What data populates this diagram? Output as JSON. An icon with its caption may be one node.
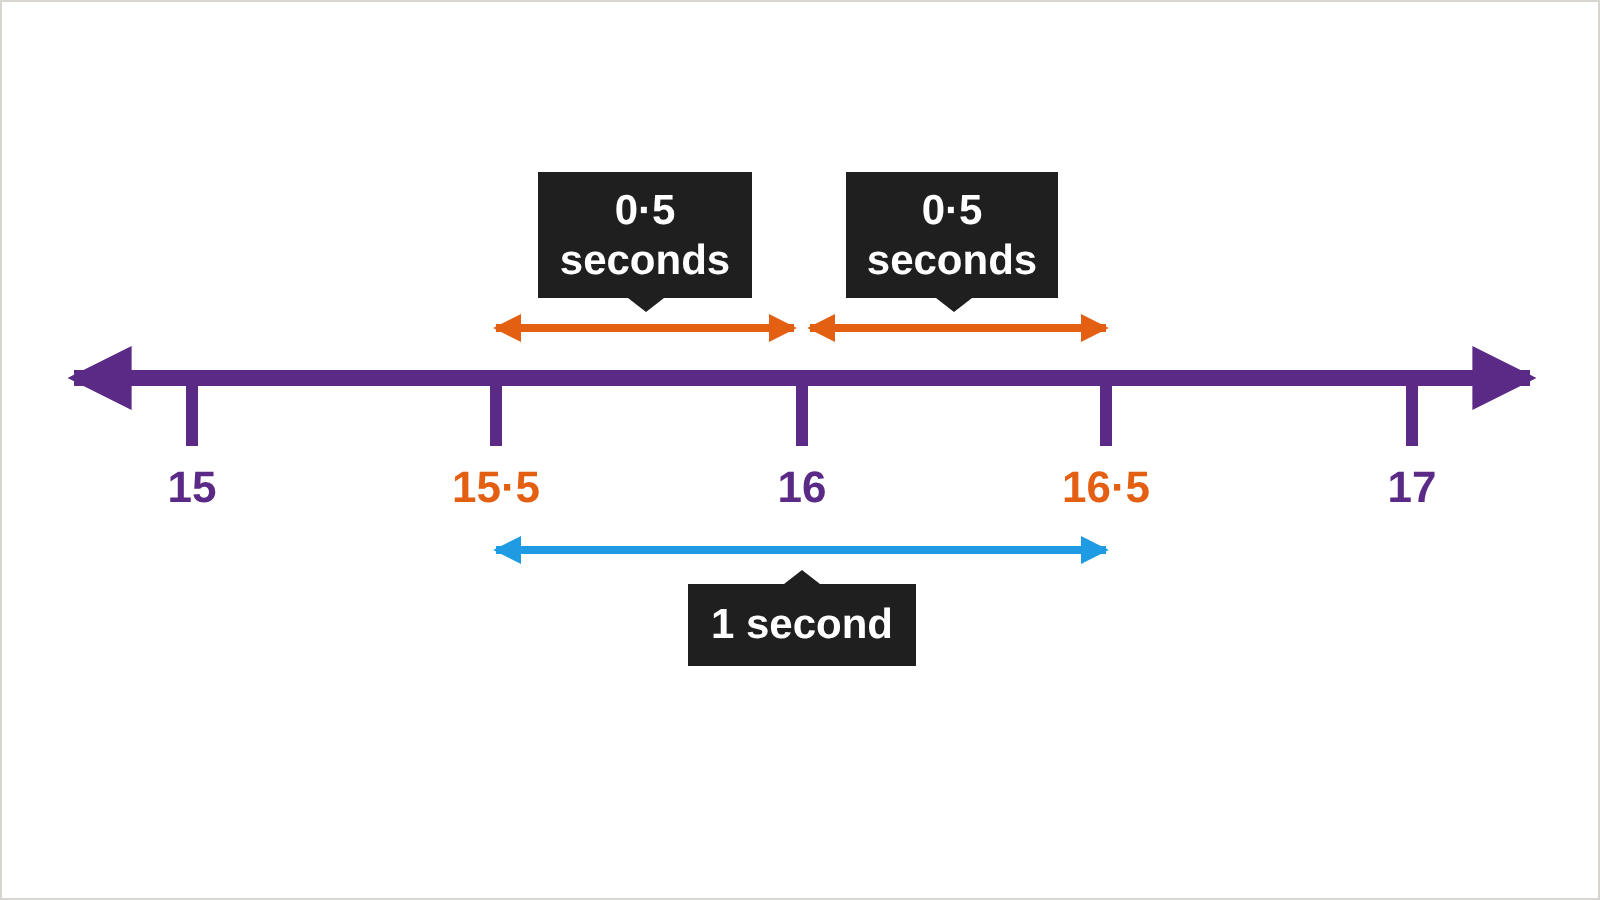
{
  "diagram": {
    "nodes": [
      {
        "text": [
          "0·5 seconds"
        ]
      },
      {
        "text": [
          "0·5 seconds"
        ]
      },
      {
        "text": [
          "1 second"
        ]
      }
    ],
    "labels": [
      "15",
      "15·5",
      "16",
      "16·5",
      "17"
    ]
  }
}
